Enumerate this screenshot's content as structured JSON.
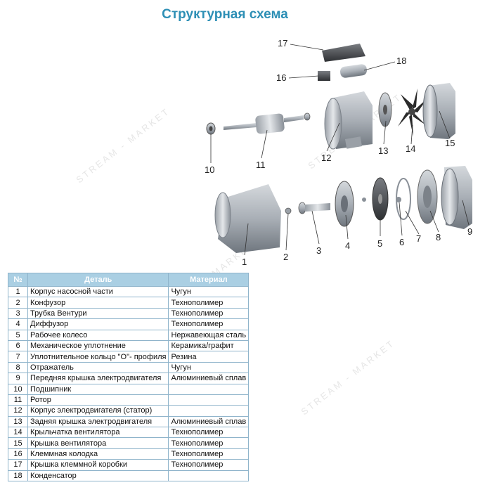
{
  "title": "Структурная схема",
  "watermark": "STREAM - MARKET",
  "diagram": {
    "callouts": [
      "17",
      "18",
      "16",
      "10",
      "11",
      "12",
      "13",
      "14",
      "15",
      "1",
      "2",
      "3",
      "4",
      "5",
      "6",
      "7",
      "8",
      "9"
    ]
  },
  "table": {
    "headers": {
      "num": "№",
      "part": "Деталь",
      "material": "Материал"
    },
    "rows": [
      {
        "num": "1",
        "part": "Корпус насосной части",
        "material": "Чугун"
      },
      {
        "num": "2",
        "part": "Конфузор",
        "material": "Технополимер"
      },
      {
        "num": "3",
        "part": "Трубка Вентури",
        "material": "Технополимер"
      },
      {
        "num": "4",
        "part": "Диффузор",
        "material": "Технополимер"
      },
      {
        "num": "5",
        "part": "Рабочее колесо",
        "material": "Нержавеющая сталь"
      },
      {
        "num": "6",
        "part": "Механическое уплотнение",
        "material": "Керамика/графит"
      },
      {
        "num": "7",
        "part": "Уплотнительное кольцо \"О\"- профиля",
        "material": "Резина"
      },
      {
        "num": "8",
        "part": "Отражатель",
        "material": "Чугун"
      },
      {
        "num": "9",
        "part": "Передняя крышка электродвигателя",
        "material": "Алюминиевый сплав"
      },
      {
        "num": "10",
        "part": "Подшипник",
        "material": ""
      },
      {
        "num": "11",
        "part": "Ротор",
        "material": ""
      },
      {
        "num": "12",
        "part": "Корпус электродвигателя (статор)",
        "material": ""
      },
      {
        "num": "13",
        "part": "Задняя крышка электродвигателя",
        "material": "Алюминиевый сплав"
      },
      {
        "num": "14",
        "part": "Крыльчатка вентилятора",
        "material": "Технополимер"
      },
      {
        "num": "15",
        "part": "Крышка вентилятора",
        "material": "Технополимер"
      },
      {
        "num": "16",
        "part": "Клеммная колодка",
        "material": "Технополимер"
      },
      {
        "num": "17",
        "part": "Крышка клеммной коробки",
        "material": "Технополимер"
      },
      {
        "num": "18",
        "part": "Конденсатор",
        "material": ""
      }
    ]
  }
}
